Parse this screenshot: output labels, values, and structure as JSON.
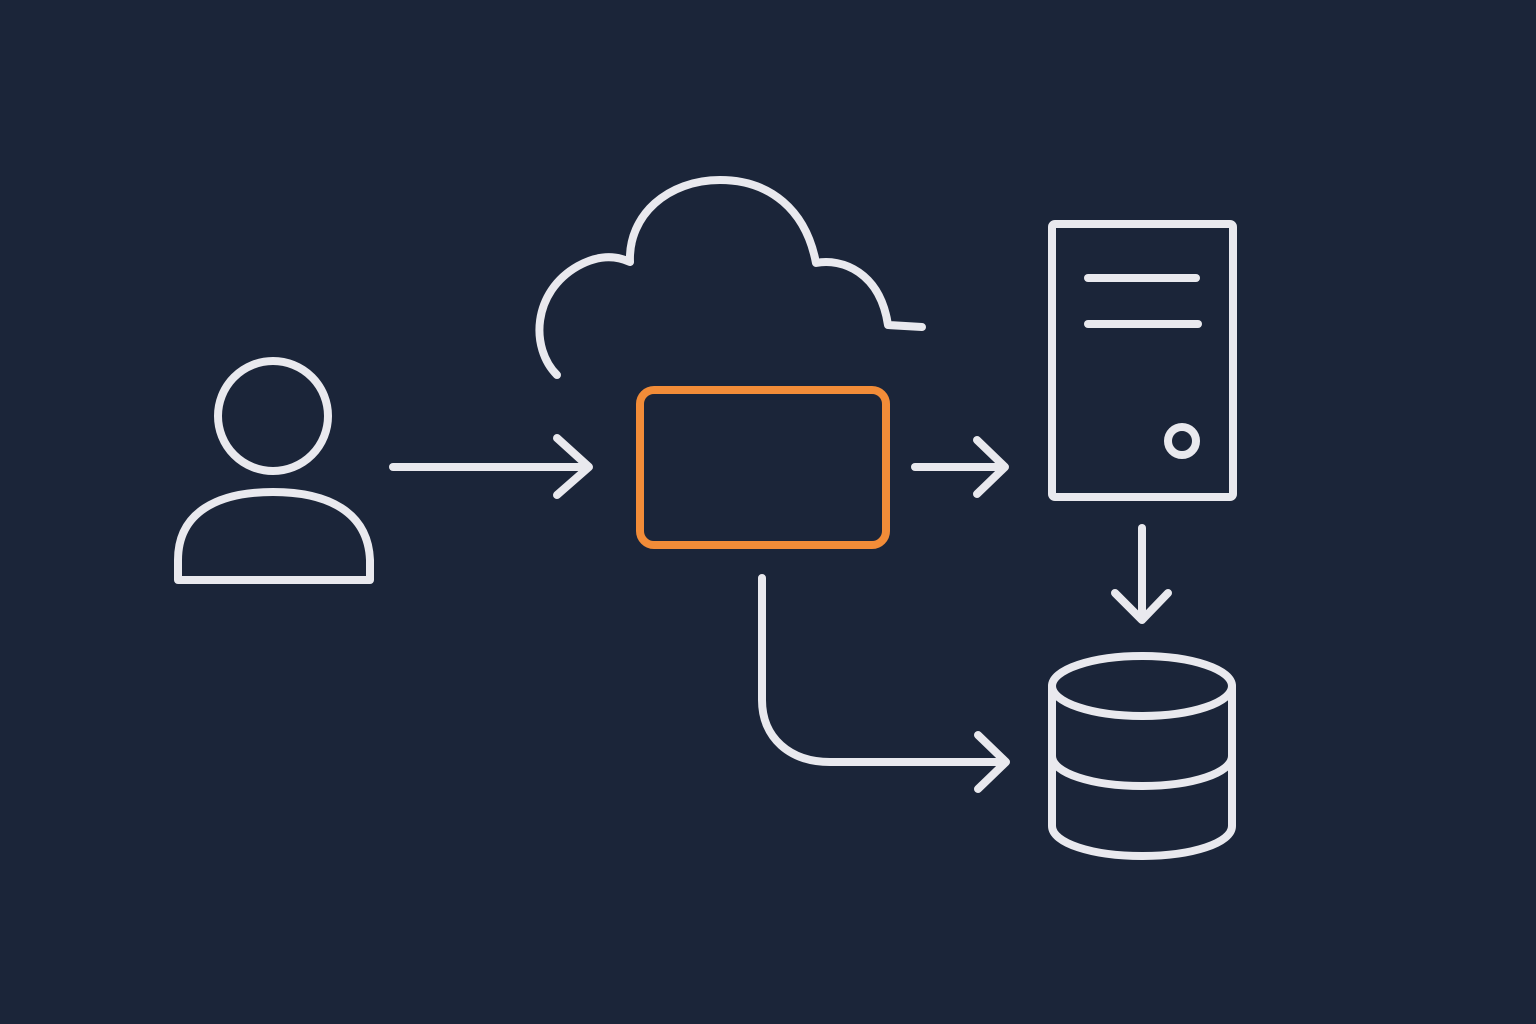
{
  "colors": {
    "background": "#1b2539",
    "stroke": "#e9e9ee",
    "accent": "#f28c38"
  },
  "nodes": [
    {
      "id": "user",
      "icon": "user-icon"
    },
    {
      "id": "cloud",
      "icon": "cloud-icon"
    },
    {
      "id": "gateway",
      "icon": "rectangle-box-icon",
      "highlight": true
    },
    {
      "id": "server",
      "icon": "server-icon"
    },
    {
      "id": "database",
      "icon": "database-icon"
    }
  ],
  "edges": [
    {
      "from": "user",
      "to": "gateway"
    },
    {
      "from": "gateway",
      "to": "server"
    },
    {
      "from": "server",
      "to": "database"
    },
    {
      "from": "gateway",
      "to": "database"
    }
  ]
}
